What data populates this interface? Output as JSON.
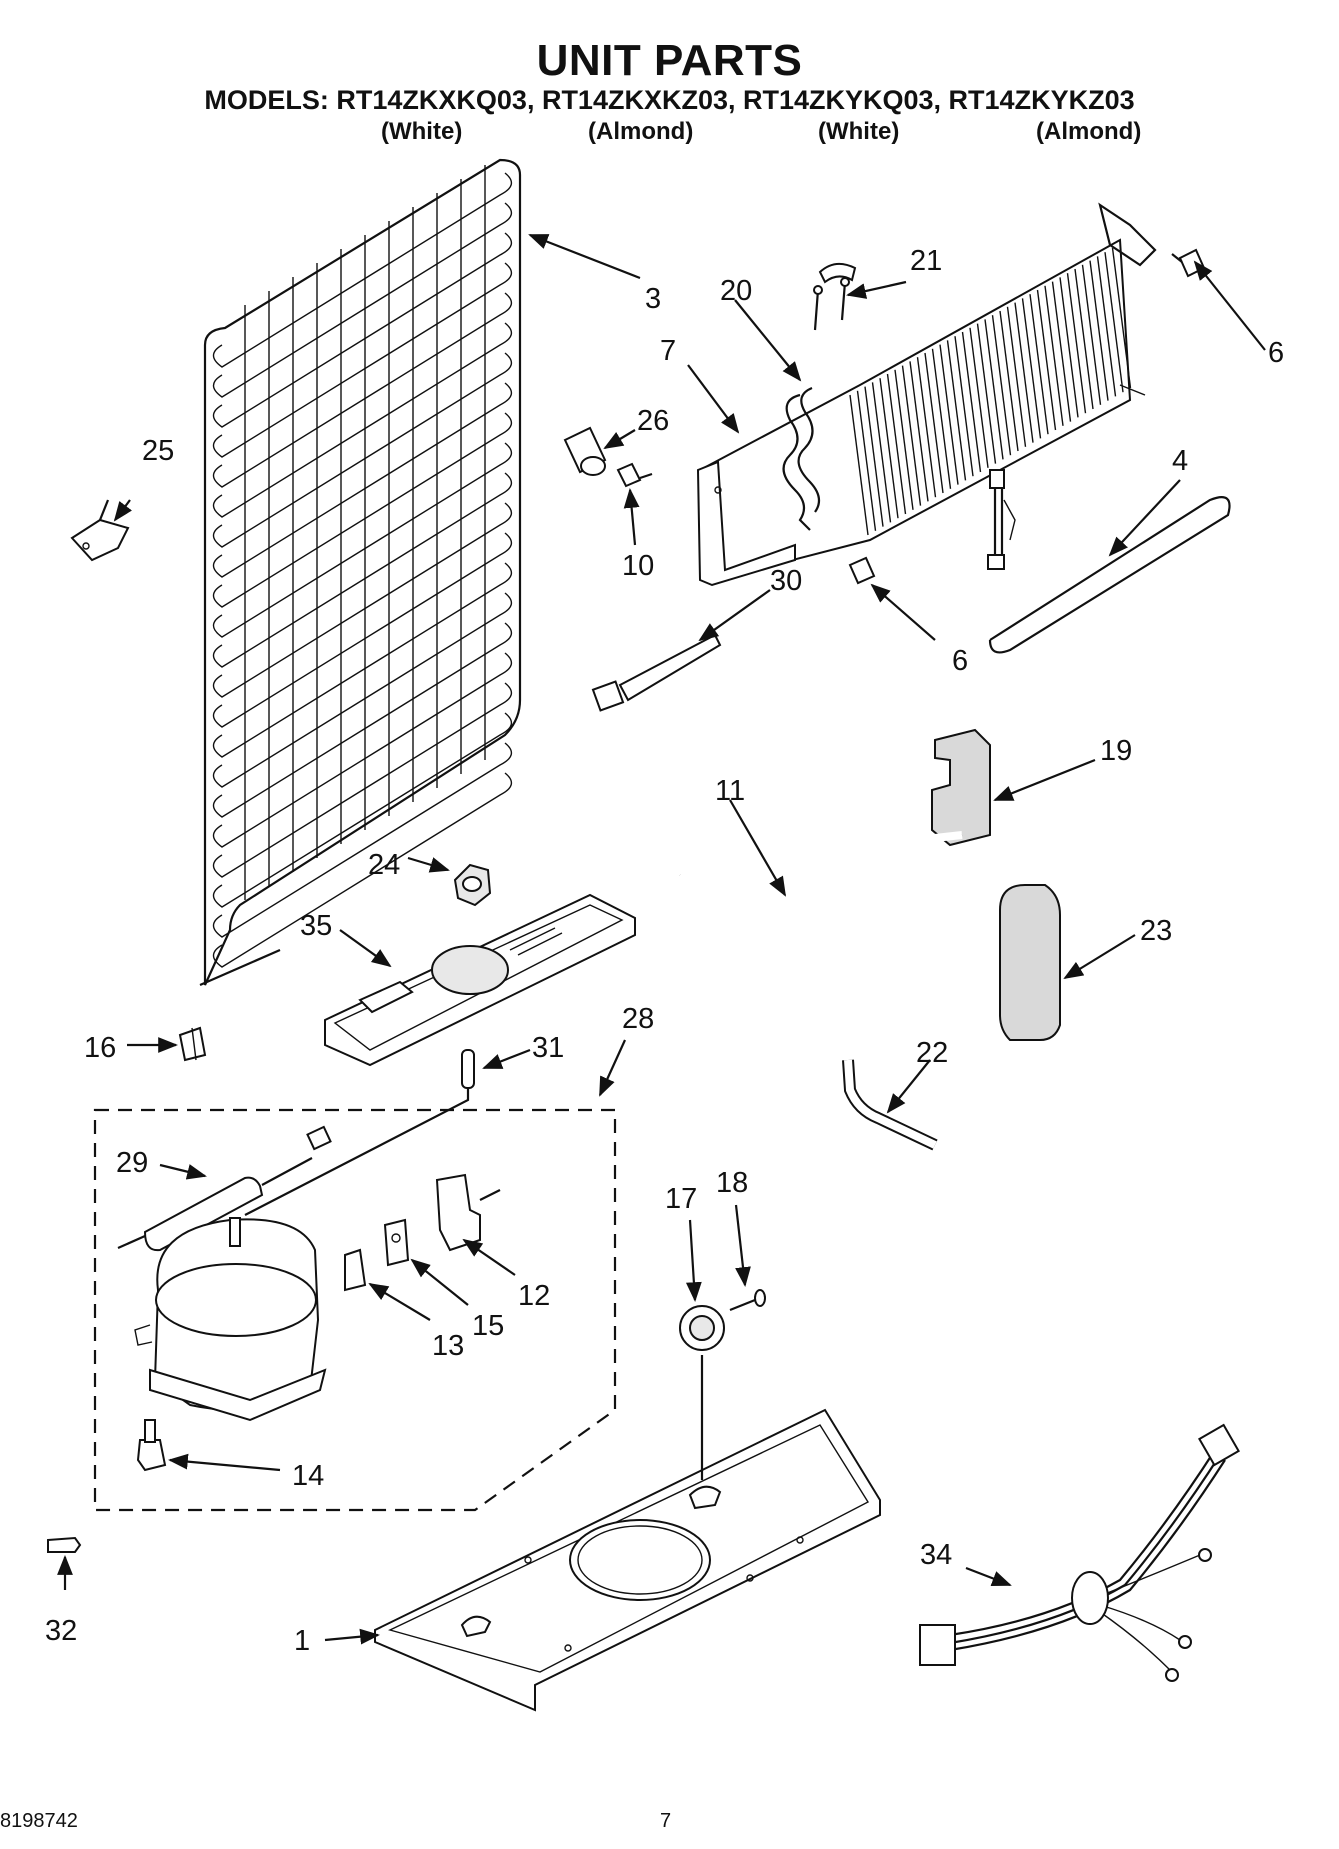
{
  "header": {
    "title": "UNIT PARTS",
    "models": "MODELS: RT14ZKXKQ03, RT14ZKXKZ03, RT14ZKYKQ03, RT14ZKYKZ03",
    "colors": [
      "(White)",
      "(Almond)",
      "(White)",
      "(Almond)"
    ]
  },
  "callouts": {
    "c1": "1",
    "c3": "3",
    "c4": "4",
    "c6a": "6",
    "c6b": "6",
    "c7": "7",
    "c10": "10",
    "c11": "11",
    "c12": "12",
    "c13": "13",
    "c14": "14",
    "c15": "15",
    "c16": "16",
    "c17": "17",
    "c18": "18",
    "c19": "19",
    "c20": "20",
    "c21": "21",
    "c22": "22",
    "c23": "23",
    "c24": "24",
    "c25": "25",
    "c26": "26",
    "c28": "28",
    "c29": "29",
    "c30": "30",
    "c31": "31",
    "c32": "32",
    "c34": "34",
    "c35": "35"
  },
  "footer": {
    "doc_number": "8198742",
    "page_number": "7"
  }
}
